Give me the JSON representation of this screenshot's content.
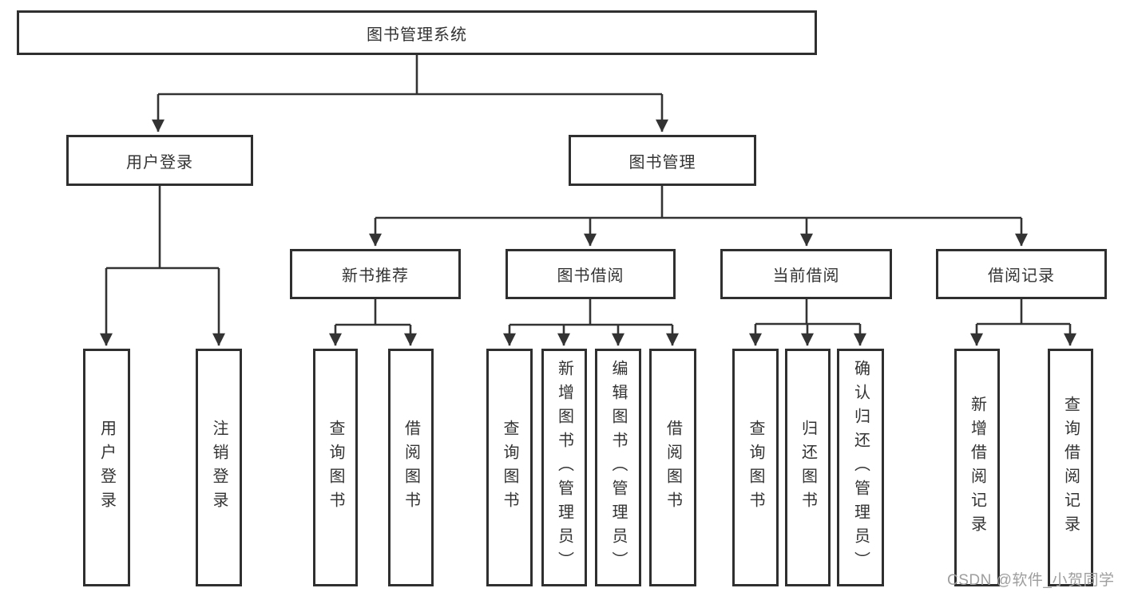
{
  "root": {
    "label": "图书管理系统"
  },
  "level2": {
    "login": {
      "label": "用户登录"
    },
    "management": {
      "label": "图书管理"
    }
  },
  "level3": {
    "new_books": {
      "label": "新书推荐"
    },
    "borrow": {
      "label": "图书借阅"
    },
    "current": {
      "label": "当前借阅"
    },
    "records": {
      "label": "借阅记录"
    }
  },
  "leaves": {
    "login_user": "用户登录",
    "login_logout": "注销登录",
    "new_query": "查询图书",
    "new_borrow": "借阅图书",
    "borrow_query": "查询图书",
    "borrow_add": "新增图书（管理员）",
    "borrow_edit": "编辑图书（管理员）",
    "borrow_borrow": "借阅图书",
    "current_query": "查询图书",
    "current_return": "归还图书",
    "current_confirm": "确认归还（管理员）",
    "records_add": "新增借阅记录",
    "records_query": "查询借阅记录"
  },
  "watermark": "CSDN @软件_小贺同学",
  "colors": {
    "line": "#333333",
    "box_border": "#2f2f2f",
    "box_fill": "#ffffff",
    "text": "#333333",
    "watermark": "#9e9e9e"
  }
}
